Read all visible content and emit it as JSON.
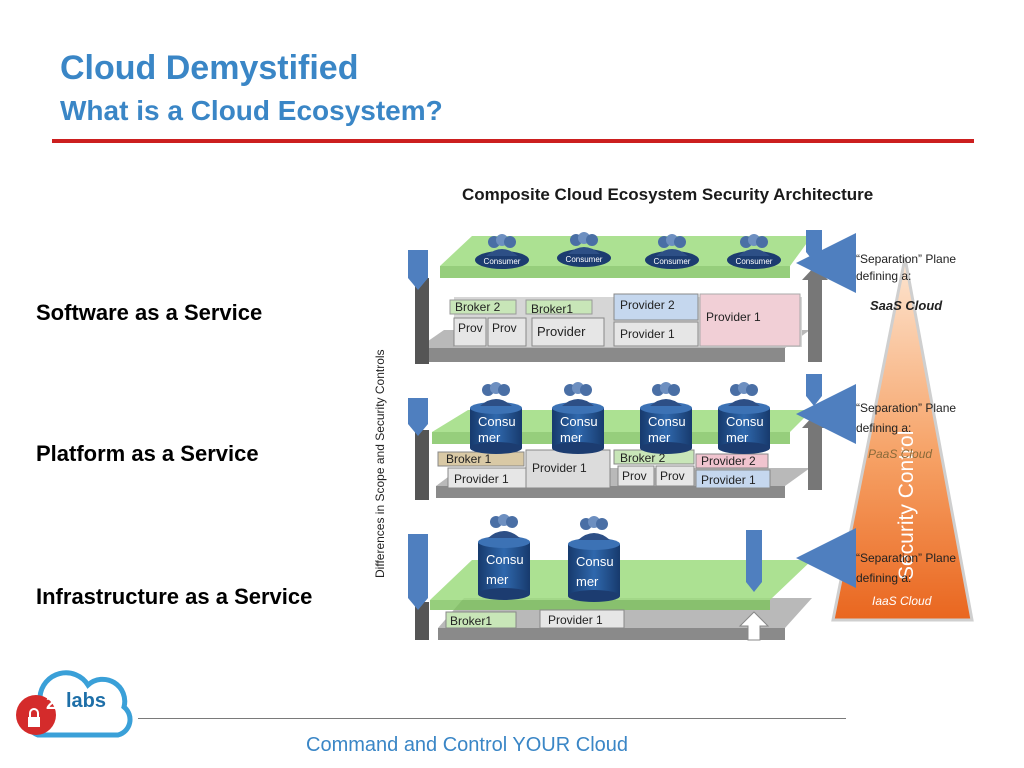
{
  "slide": {
    "title": "Cloud Demystified",
    "subtitle": "What is a Cloud Ecosystem?",
    "footer": "Command and Control YOUR Cloud",
    "accent_color": "#3a86c6",
    "rule_color": "#cc1f1f"
  },
  "layers": {
    "saas": "Software as a Service",
    "paas": "Platform as a Service",
    "iaas": "Infrastructure as a Service"
  },
  "diagram": {
    "title": "Composite Cloud Ecosystem Security Architecture",
    "vertical_label": "Differences in Scope and Security Controls",
    "security_control": "Security Control",
    "saas": {
      "consumers": [
        "Consumer",
        "Consumer",
        "Consumer",
        "Consumer"
      ],
      "boxes": {
        "broker2": "Broker 2",
        "broker1": "Broker1",
        "prov_a": "Prov",
        "prov_b": "Prov",
        "provider": "Provider",
        "provider2": "Provider 2",
        "provider1": "Provider 1",
        "provider1_right": "Provider 1"
      },
      "plane_line1": "“Separation” Plane",
      "plane_line2": "defining a:",
      "plane_cloud": "SaaS Cloud"
    },
    "paas": {
      "consumers": [
        [
          "Consu",
          "mer"
        ],
        [
          "Consu",
          "mer"
        ],
        [
          "Consu",
          "mer"
        ],
        [
          "Consu",
          "mer"
        ]
      ],
      "boxes": {
        "broker1": "Broker 1",
        "provider1_left": "Provider 1",
        "provider1_mid": "Provider 1",
        "broker2": "Broker 2",
        "prov_a": "Prov",
        "prov_b": "Prov",
        "provider2": "Provider 2",
        "provider1_right": "Provider 1"
      },
      "plane_line1": "“Separation” Plane",
      "plane_line2": "defining a:",
      "plane_cloud": "PaaS Cloud"
    },
    "iaas": {
      "consumers": [
        [
          "Consu",
          "mer"
        ],
        [
          "Consu",
          "mer"
        ]
      ],
      "boxes": {
        "broker1": "Broker1",
        "provider1": "Provider 1"
      },
      "plane_line1": "“Separation” Plane",
      "plane_line2": "defining a:",
      "plane_cloud": "IaaS Cloud"
    }
  },
  "logo": {
    "number": "2",
    "text": "labs"
  }
}
